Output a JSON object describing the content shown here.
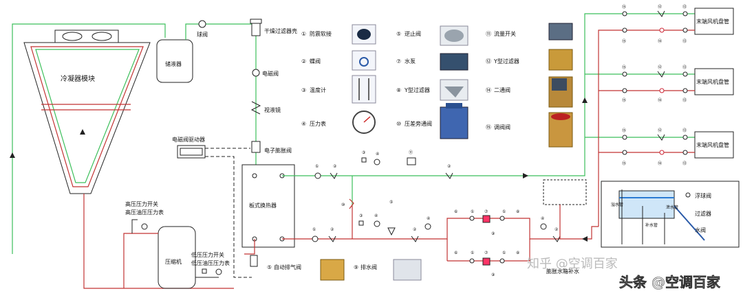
{
  "components": {
    "condenser": "冷凝器模块",
    "receiver": "储液器",
    "ball_valve": "球阀",
    "dryer": "干燥过滤器壳",
    "solenoid": "电磁阀",
    "sight_glass": "视液镜",
    "driver": "电磁阀驱动器",
    "exp_valve": "电子膨胀阀",
    "plate_hx": "板式换热器",
    "compressor": "压缩机",
    "hp_switch": "高压压力开关",
    "hp_gauge": "高压油压压力表",
    "lp_switch": "低压压力开关",
    "lp_gauge": "低压油压压力表",
    "auto_vent": "自动排气阀",
    "fan_coil": "末端风机盘管"
  },
  "legend": [
    {
      "num": "①",
      "text": "防震软接"
    },
    {
      "num": "②",
      "text": "蝶阀"
    },
    {
      "num": "③",
      "text": "温度计"
    },
    {
      "num": "④",
      "text": "压力表"
    },
    {
      "num": "⑤",
      "text": "逆止阀"
    },
    {
      "num": "⑦",
      "text": "水泵"
    },
    {
      "num": "⑧",
      "text": "Y型过滤器"
    },
    {
      "num": "⑩",
      "text": "压差旁通阀"
    },
    {
      "num": "⑪",
      "text": "流量开关"
    },
    {
      "num": "⑫",
      "text": "Y型过滤器"
    },
    {
      "num": "⑭",
      "text": "二通阀"
    },
    {
      "num": "⑮",
      "text": "调阀阀"
    }
  ],
  "bottom": {
    "drain": "排水阀",
    "vent_num": "⑤",
    "drain_num": "⑨"
  },
  "tank": {
    "float": "浮球阀",
    "filter": "过滤器",
    "valve": "水阀",
    "overflow": "溢水管",
    "makeup": "补水管",
    "discharge": "泄水管",
    "tank_label": "膨胀水箱"
  },
  "callouts": {
    "c1": "①",
    "c2": "②",
    "c3": "③",
    "c4": "④",
    "c5": "⑤",
    "c6": "⑥",
    "c7": "⑦",
    "c8": "⑧",
    "c9": "⑨",
    "c10": "⑩",
    "c11": "⑪",
    "c12": "⑫",
    "c13": "⑬",
    "c14": "⑭",
    "c15": "⑮"
  },
  "watermark": {
    "zhihu": "知乎 @空调百家",
    "toutiao": "头条 @空调百家",
    "bottom_label": "膨胀水箱补水"
  }
}
